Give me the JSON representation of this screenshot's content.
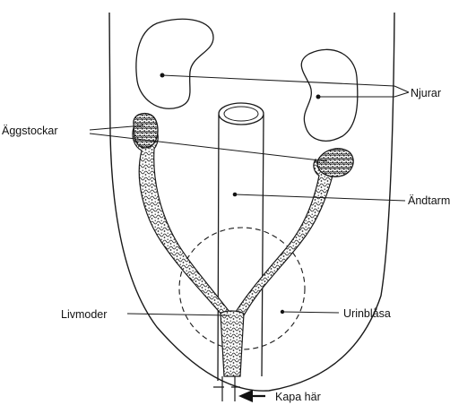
{
  "figure": {
    "labels": {
      "kidneys": "Njurar",
      "oviducts": "Äggstockar",
      "rectum": "Ändtarm",
      "uterus": "Livmoder",
      "bladder": "Urinblåsa",
      "arrow_note": "Kapa här"
    },
    "colors": {
      "ink": "#1a1a1a",
      "background": "#ffffff"
    }
  }
}
